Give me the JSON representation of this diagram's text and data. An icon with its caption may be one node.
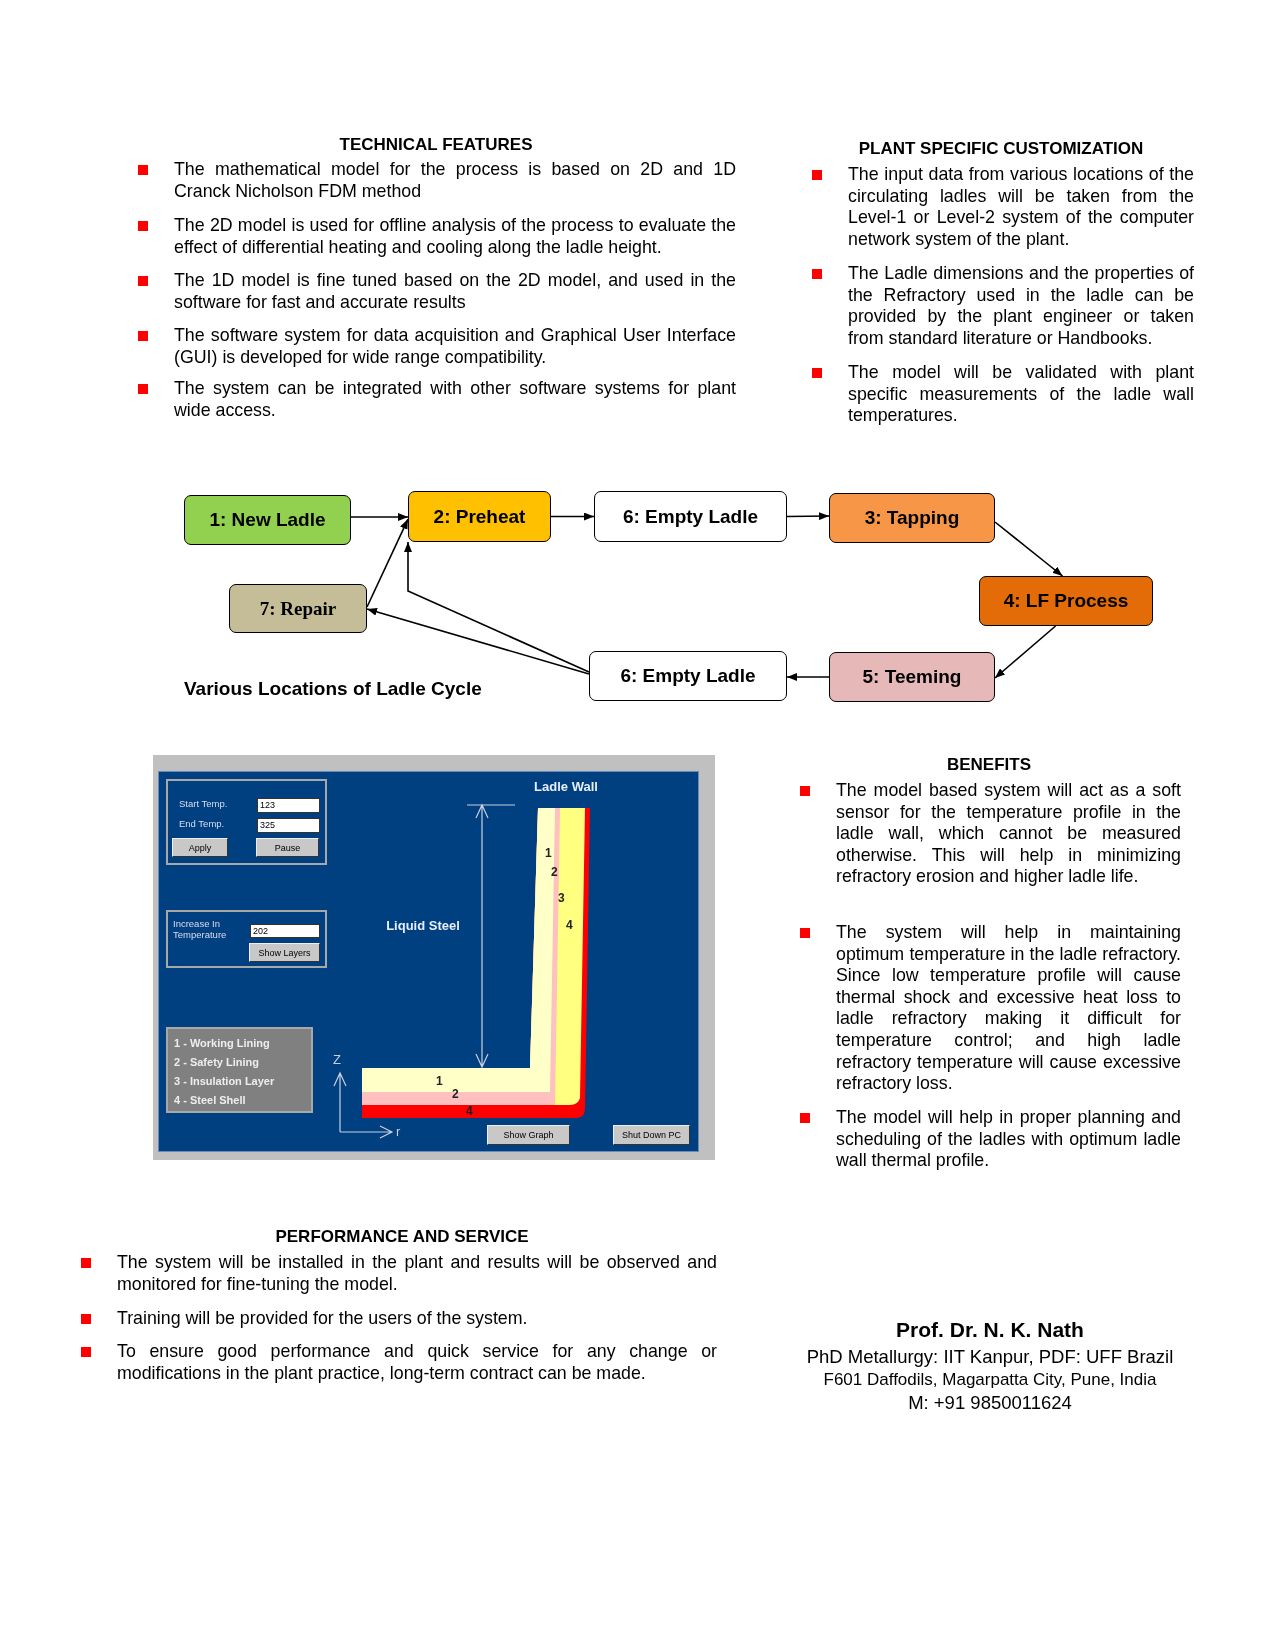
{
  "diagram": {
    "nodes": [
      {
        "text": [
          "1: New Ladle"
        ]
      },
      {
        "text": [
          "2: Preheat"
        ]
      },
      {
        "text": [
          "6: Empty Ladle"
        ]
      },
      {
        "text": [
          "3: Tapping"
        ]
      },
      {
        "text": [
          "4: LF Process"
        ]
      },
      {
        "text": [
          "5: Teeming"
        ]
      },
      {
        "text": [
          "6: Empty Ladle"
        ]
      },
      {
        "text": [
          "7: Repair"
        ]
      },
      {
        "text": [],
        "shape": "box"
      },
      {
        "text": [
          "123"
        ],
        "in": 8
      },
      {
        "text": [
          "325"
        ],
        "in": 8
      },
      {
        "text": [
          "Apply"
        ],
        "in": 8
      },
      {
        "text": [
          "Pause"
        ],
        "in": 8
      },
      {
        "text": [],
        "shape": "box"
      },
      {
        "text": [
          "202"
        ],
        "in": 13
      },
      {
        "text": [
          "Show Layers"
        ],
        "in": 13
      },
      {
        "text": [
          "1 - Working Lining",
          "2 - Safety Lining",
          "3 - Insulation Layer",
          "4 - Steel Shell"
        ]
      },
      {
        "text": [
          "Show Graph"
        ]
      },
      {
        "text": [
          "Shut Down PC"
        ]
      }
    ],
    "edges": [
      {
        "from": 0,
        "to": 1,
        "arrow": "to"
      },
      {
        "from": 1,
        "to": 2,
        "arrow": "to"
      },
      {
        "from": 2,
        "to": 3,
        "arrow": "to"
      },
      {
        "from": 3,
        "to": 4,
        "arrow": "to"
      },
      {
        "from": 4,
        "to": 5,
        "arrow": "to"
      },
      {
        "from": 5,
        "to": 6,
        "arrow": "to"
      },
      {
        "from": 6,
        "to": 7,
        "arrow": "to"
      },
      {
        "from": 6,
        "to": 1,
        "arrow": "to"
      },
      {
        "from": 7,
        "to": 1,
        "arrow": "to"
      }
    ],
    "labels": [
      "TECHNICAL FEATURES",
      "The mathematical model for the process is based on 2D and 1D Cranck Nicholson FDM method",
      "The 2D model is used for offline analysis of the process to evaluate the effect of differential heating and cooling along the ladle height.",
      "The 1D model is fine tuned based on the 2D model, and used in the software for fast and accurate results",
      "The software system for data acquisition and Graphical User Interface (GUI) is developed for wide range compatibility.",
      "The system can be integrated with other software systems for plant wide access.",
      "PLANT SPECIFIC CUSTOMIZATION",
      "The input data from various locations of the circulating ladles will be taken from the Level-1 or Level-2 system of the computer network system of the plant.",
      "The Ladle dimensions and the properties of the Refractory used in the ladle can be provided by the plant engineer or taken from standard literature or Handbooks.",
      "The model will be validated with plant specific measurements of the ladle wall temperatures.",
      "Various Locations of Ladle Cycle",
      "Ladle Wall",
      "Start Temp.",
      "End Temp.",
      "Increase In Temperature",
      "Liquid Steel",
      "1",
      "2",
      "3",
      "4",
      "Z",
      "1",
      "2",
      "4",
      "r",
      "BENEFITS",
      "The model based system will act as a soft sensor for the temperature profile in the ladle wall, which cannot be measured otherwise. This will help in minimizing refractory erosion and higher ladle life.",
      "The system will help in maintaining optimum temperature in the ladle refractory. Since low temperature profile will cause thermal shock and excessive heat loss to ladle refractory making it difficult for temperature control; and high ladle refractory temperature will cause excessive refractory loss.",
      "The model will help in proper planning and scheduling of the ladles with optimum ladle wall thermal profile.",
      "PERFORMANCE AND SERVICE",
      "The system will be installed in the plant and results will be observed and monitored for fine-tuning the model.",
      "Training will be provided for the users of the system.",
      "To ensure good performance and quick service for any change or modifications in the plant practice, long-term contract can be made.",
      "Prof. Dr. N. K. Nath",
      "PhD Metallurgy: IIT Kanpur, PDF: UFF Brazil",
      "F601 Daffodils, Magarpatta City, Pune, India",
      "M: +91 9850011624"
    ]
  }
}
